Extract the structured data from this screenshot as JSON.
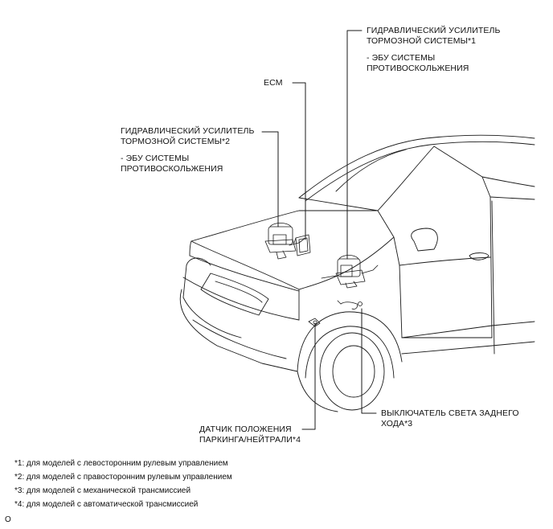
{
  "callouts": {
    "brake_lhd": {
      "title_1": "ГИДРАВЛИЧЕСКИЙ УСИЛИТЕЛЬ",
      "title_2": "ТОРМОЗНОЙ СИСТЕМЫ*1",
      "sub_1": "- ЭБУ СИСТЕМЫ",
      "sub_2": "ПРОТИВОСКОЛЬЖЕНИЯ"
    },
    "ecm": {
      "label": "ECM"
    },
    "brake_rhd": {
      "title_1": "ГИДРАВЛИЧЕСКИЙ УСИЛИТЕЛЬ",
      "title_2": "ТОРМОЗНОЙ СИСТЕМЫ*2",
      "sub_1": "- ЭБУ СИСТЕМЫ",
      "sub_2": "ПРОТИВОСКОЛЬЖЕНИЯ"
    },
    "reverse_switch": {
      "line_1": "ВЫКЛЮЧАТЕЛЬ СВЕТА ЗАДНЕГО",
      "line_2": "ХОДА*3"
    },
    "park_neutral": {
      "line_1": "ДАТЧИК ПОЛОЖЕНИЯ",
      "line_2": "ПАРКИНГА/НЕЙТРАЛИ*4"
    }
  },
  "footnotes": [
    "*1: для моделей с левосторонним рулевым управлением",
    "*2: для моделей с правосторонним рулевым управлением",
    "*3: для моделей с механической трансмиссией",
    "*4: для моделей с автоматической трансмиссией"
  ],
  "figure_code": "O"
}
